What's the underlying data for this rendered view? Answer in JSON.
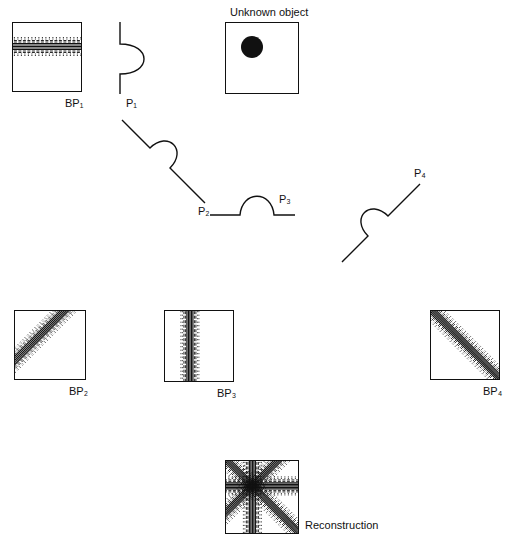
{
  "diagram": {
    "nodes": [
      {
        "text": [
          "BP₁"
        ]
      },
      {
        "text": [
          "Unknown object"
        ]
      },
      {
        "text": [
          "BP₂"
        ]
      },
      {
        "text": [
          "BP₃"
        ]
      },
      {
        "text": [
          "BP₄"
        ]
      },
      {
        "text": [
          "Reconstruction"
        ]
      }
    ],
    "labels": [
      "P₁",
      "P₂",
      "P₃",
      "P₄"
    ]
  }
}
